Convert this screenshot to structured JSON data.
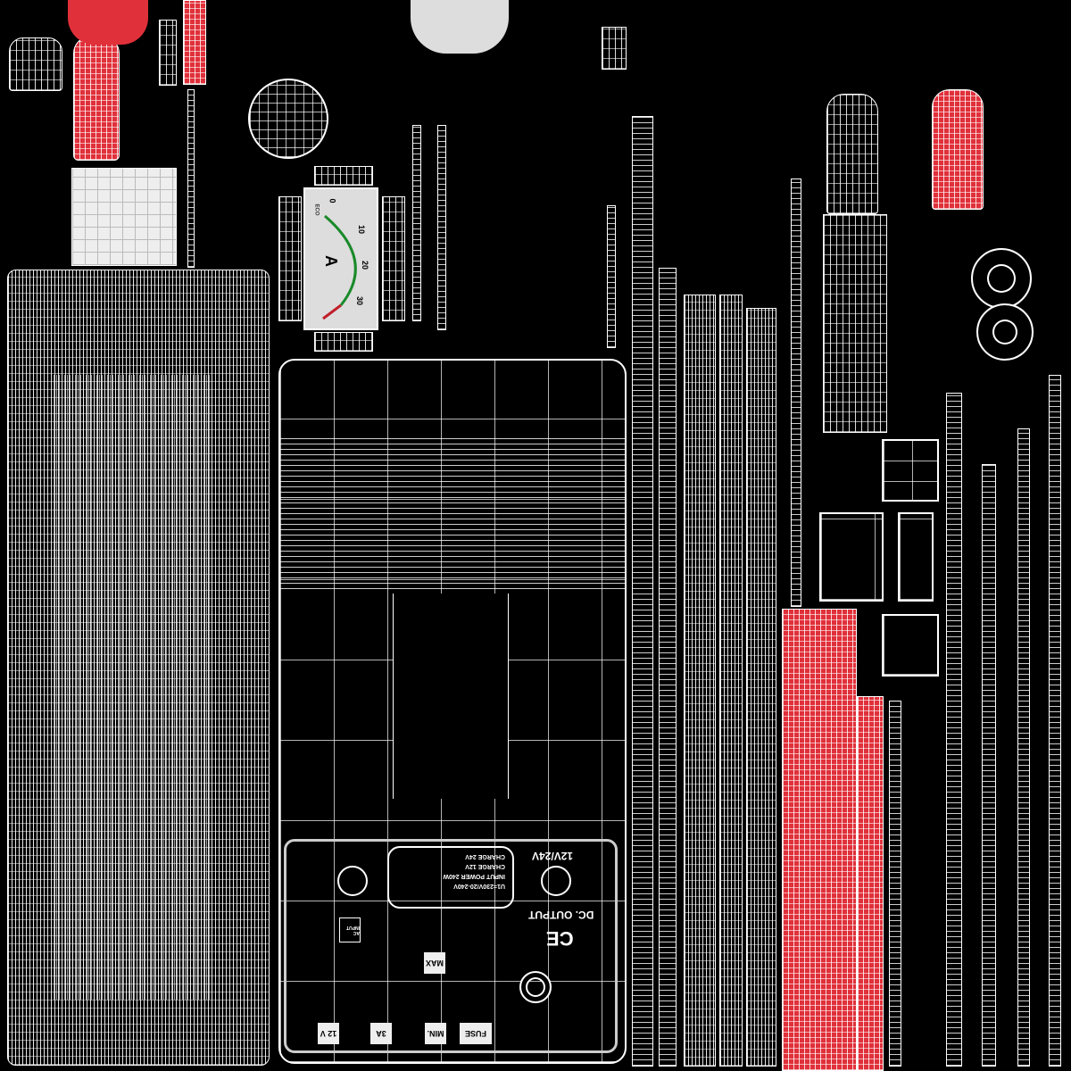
{
  "texture": {
    "accent_red": "#e0303a",
    "wire_color": "#ffffff",
    "background": "#000000"
  },
  "gauge": {
    "unit": "A",
    "mode": "ECO",
    "scale": [
      "0",
      "10",
      "20",
      "30"
    ]
  },
  "panel": {
    "voltage": "12V/24V",
    "output_label": "DC. OUTPUT",
    "ce_mark": "CE",
    "ac_input": "AC INPUT",
    "spec_lines": [
      "U1=230V/20-240V",
      "INPUT POWER 240W",
      "CHARGE 12V",
      "CHARGE 24V"
    ],
    "buttons": [
      "12 V",
      "3A",
      "MIN.",
      "FUSE",
      "MAX"
    ]
  }
}
